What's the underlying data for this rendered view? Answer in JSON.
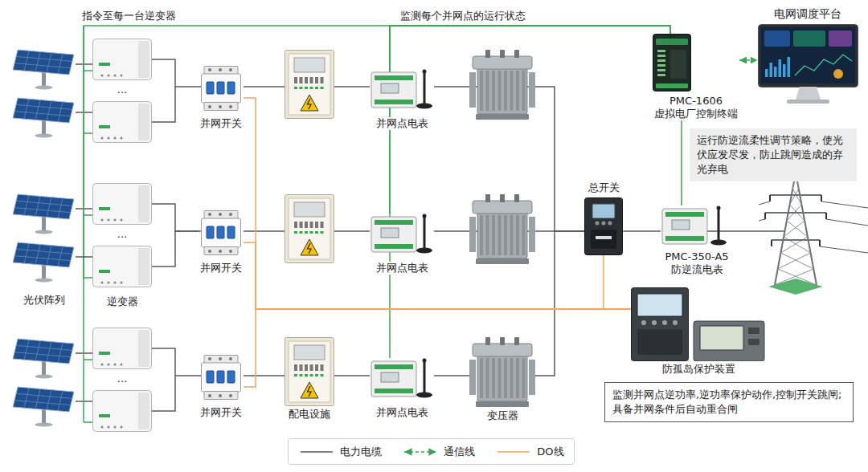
{
  "diagram": {
    "nodes": [
      {
        "text": [
          "电网调度平台"
        ]
      },
      {
        "text": [
          "PMC-1606",
          "虚拟电厂控制终端"
        ]
      },
      {
        "text": [
          "运行防逆流柔性调节策略，使光伏应发尽发，防止跳闸造成的弃光弃电"
        ]
      },
      {
        "text": [
          "并网开关"
        ]
      },
      {
        "text": [
          "并网点电表"
        ]
      },
      {
        "text": [
          "光伏阵列"
        ]
      },
      {
        "text": [
          "逆变器"
        ]
      },
      {
        "text": [
          "并网开关"
        ]
      },
      {
        "text": [
          "并网点电表"
        ]
      },
      {
        "text": [
          "总开关"
        ]
      },
      {
        "text": [
          "PMC-350-A5",
          "防逆流电表"
        ]
      },
      {
        "text": [
          "防孤岛保护装置"
        ]
      },
      {
        "text": [
          "监测并网点逆功率,逆功率保护动作,控制开关跳闸;具备并网条件后自动重合闸"
        ]
      },
      {
        "text": [
          "并网开关"
        ]
      },
      {
        "text": [
          "配电设施"
        ]
      },
      {
        "text": [
          "并网点电表"
        ]
      },
      {
        "text": [
          "变压器"
        ]
      }
    ],
    "edges": [
      {
        "from": 1,
        "to": 0,
        "arrow": "both"
      },
      {
        "from": 4,
        "to": 1,
        "arrow": "none"
      },
      {
        "from": 8,
        "to": 1,
        "arrow": "none"
      },
      {
        "from": 15,
        "to": 1,
        "arrow": "none"
      },
      {
        "from": 10,
        "to": 1,
        "arrow": "none"
      },
      {
        "from": 1,
        "to": 6,
        "arrow": "none"
      },
      {
        "from": 5,
        "to": 6,
        "arrow": "none"
      },
      {
        "from": 6,
        "to": 7,
        "arrow": "none"
      },
      {
        "from": 3,
        "to": 4,
        "arrow": "none"
      },
      {
        "from": 7,
        "to": 8,
        "arrow": "none"
      },
      {
        "from": 13,
        "to": 14,
        "arrow": "none"
      },
      {
        "from": 14,
        "to": 15,
        "arrow": "none"
      },
      {
        "from": 15,
        "to": 16,
        "arrow": "none"
      },
      {
        "from": 4,
        "to": 9,
        "arrow": "none"
      },
      {
        "from": 8,
        "to": 9,
        "arrow": "none"
      },
      {
        "from": 16,
        "to": 9,
        "arrow": "none"
      },
      {
        "from": 9,
        "to": 10,
        "arrow": "none"
      },
      {
        "from": 11,
        "to": 3,
        "arrow": "none"
      },
      {
        "from": 11,
        "to": 7,
        "arrow": "none"
      },
      {
        "from": 11,
        "to": 13,
        "arrow": "none"
      },
      {
        "from": 11,
        "to": 9,
        "arrow": "none"
      }
    ],
    "labels": [
      "指令至每一台逆变器",
      "监测每个并网点的运行状态",
      "...",
      "...",
      "..."
    ],
    "legend": [
      {
        "text": "电力电缆"
      },
      {
        "text": "通信线"
      },
      {
        "text": "DO线"
      }
    ]
  }
}
